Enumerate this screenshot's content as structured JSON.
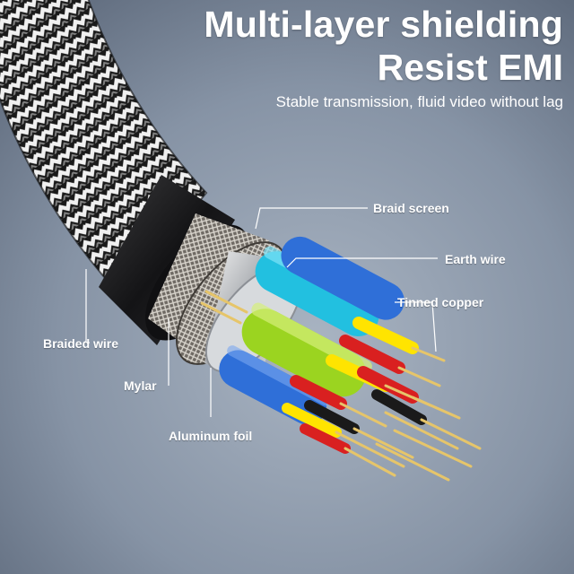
{
  "headline": {
    "line1": "Multi-layer shielding",
    "line2": "Resist EMI",
    "subtitle": "Stable transmission, fluid video without lag"
  },
  "labels": {
    "braid_screen": "Braid screen",
    "earth_wire": "Earth wire",
    "tinned_copper": "Tinned copper",
    "braided_wire": "Braided wire",
    "mylar": "Mylar",
    "aluminum_foil": "Aluminum foil"
  },
  "colors": {
    "background": "#8a97a8",
    "headline_text": "#ffffff",
    "jacket": "#1c1c1e",
    "core_cyan": "#22c0e0",
    "core_green": "#9bd420",
    "core_blue": "#2f6fd8",
    "core_red": "#d92020",
    "core_yellow": "#ffe400",
    "copper": "#e6c56a"
  }
}
